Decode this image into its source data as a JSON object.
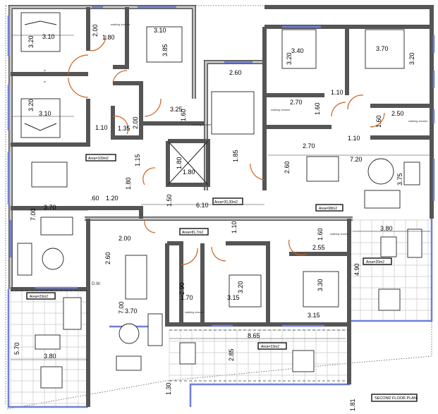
{
  "plan": {
    "title": "SECOND FLOOR PLAN",
    "colors": {
      "wall": "#555555",
      "window": "#6f7fd8",
      "door": "#c8641e",
      "tile": "#c9c9c9"
    },
    "areas": {
      "apartment_top_left": "Area=109m2",
      "stair_core": "Area=20,30m2",
      "apartment_top_right": "Area=68m2",
      "apartment_middle": "Area=81,7m2",
      "terrace_left": "Area=23m2",
      "terrace_bottom": "Area=23m2",
      "terrace_right": "Area=20m2"
    },
    "room_notes": {
      "walking_shower": "walking shower",
      "tv": "tv",
      "dishwasher": "D.W."
    },
    "dimensions": {
      "top_left": [
        "3.10",
        "3.20",
        "2.00",
        "1.80",
        "3.10",
        "3.85",
        "3.20",
        "3.10",
        "1.10",
        "1.35",
        "2.00",
        "3.25",
        "1.60",
        "1.15",
        "1.80",
        "1.80",
        ".60",
        "1.20",
        "1.80",
        "1.50",
        "6.10",
        "3.70",
        "7.00"
      ],
      "stair": [
        "2.60",
        "1.85"
      ],
      "top_right": [
        "3.40",
        "3.20",
        "3.70",
        "3.20",
        "1.10",
        "2.70",
        "1.60",
        "2.50",
        "1.60",
        "1.10",
        "2.70",
        "7.20",
        "2.60",
        "3.75"
      ],
      "middle": [
        "2.00",
        "2.60",
        "2.90",
        "1.70",
        "7.00",
        "3.70",
        "1.10",
        "1.60",
        "2.55",
        "3.20",
        "3.15",
        "3.30",
        "3.15"
      ],
      "terraces": [
        "5.70",
        "3.80",
        "1.30",
        "8.65",
        "2.85",
        "3.80",
        "4.90",
        "1.81"
      ]
    }
  }
}
